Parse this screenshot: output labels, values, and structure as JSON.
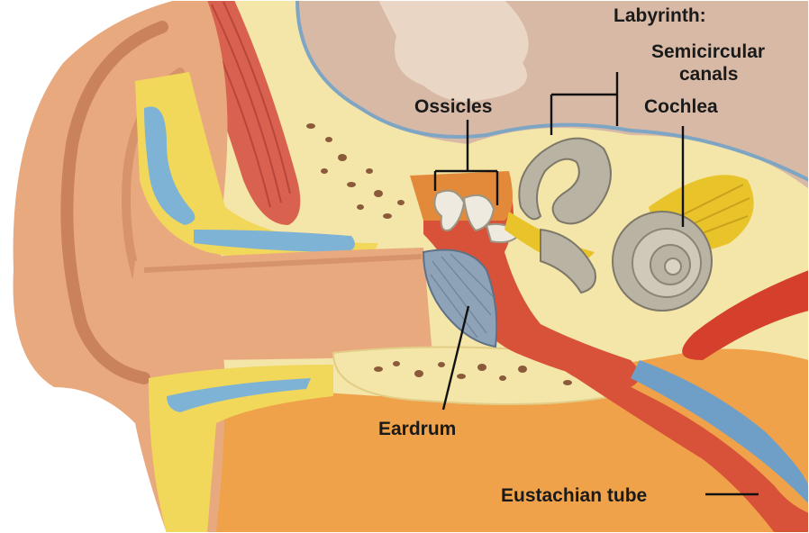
{
  "labels": {
    "labyrinth": "Labyrinth:",
    "semicircular_line1": "Semicircular",
    "semicircular_line2": "canals",
    "cochlea": "Cochlea",
    "ossicles": "Ossicles",
    "eardrum": "Eardrum",
    "eustachian_tube": "Eustachian tube"
  },
  "colors": {
    "skin": "#e9a97f",
    "skin_shadow": "#c9825a",
    "bone": "#f4e5a8",
    "fat": "#f2d85a",
    "cartilage_blue": "#7fb3d5",
    "muscle": "#d9614f",
    "brain": "#d7b9a6",
    "flesh_orange": "#f0a24a",
    "cochlea_grey": "#b9b3a3",
    "eardrum_blue": "#8ea3b8",
    "middle_ear_red": "#d8523a",
    "carotid_red": "#d4402c",
    "tube_blue": "#6f9fc7"
  }
}
